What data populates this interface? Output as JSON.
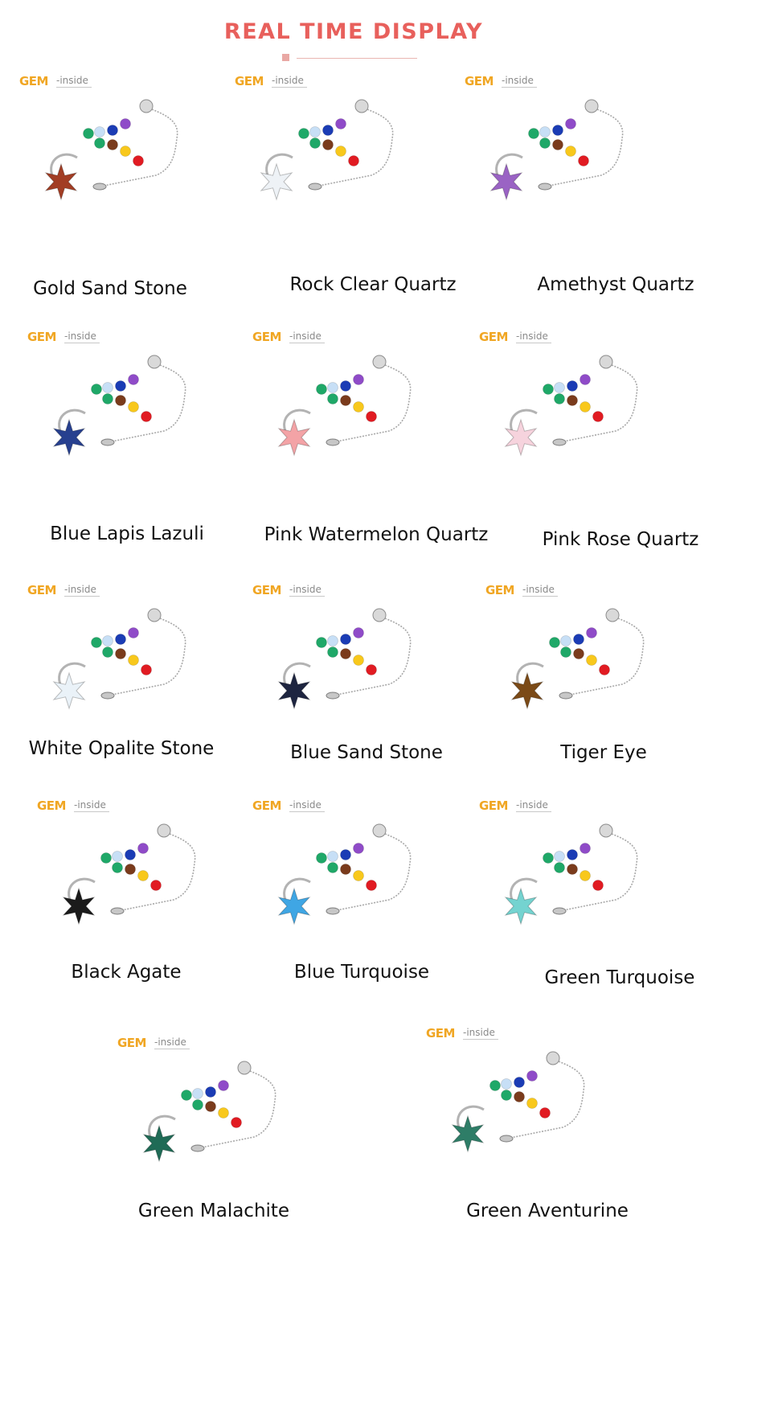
{
  "header": {
    "title": "REAL TIME DISPLAY"
  },
  "brand": {
    "gem": "GEM",
    "inside": "-inside"
  },
  "products": [
    {
      "name": "Gold Sand Stone",
      "stone_color": "#a23d24"
    },
    {
      "name": "Rock Clear Quartz",
      "stone_color": "#eef2f6"
    },
    {
      "name": "Amethyst Quartz",
      "stone_color": "#9a63c4"
    },
    {
      "name": "Blue Lapis Lazuli",
      "stone_color": "#27408f"
    },
    {
      "name": "Pink Watermelon Quartz",
      "stone_color": "#f3a3a6"
    },
    {
      "name": "Pink Rose Quartz",
      "stone_color": "#f6d3dd"
    },
    {
      "name": "White Opalite Stone",
      "stone_color": "#eaf2f8"
    },
    {
      "name": "Blue Sand Stone",
      "stone_color": "#1e2540"
    },
    {
      "name": "Tiger Eye",
      "stone_color": "#7b4a17"
    },
    {
      "name": "Black Agate",
      "stone_color": "#1b1b1b"
    },
    {
      "name": "Blue Turquoise",
      "stone_color": "#3fa6e4"
    },
    {
      "name": "Green Turquoise",
      "stone_color": "#74d3d0"
    },
    {
      "name": "Green Malachite",
      "stone_color": "#1f6b56"
    },
    {
      "name": "Green Aventurine",
      "stone_color": "#2e7d67"
    }
  ],
  "chakra_colors": [
    "#e11b22",
    "#f8c81c",
    "#7a3b1c",
    "#1fa868",
    "#c7dff6",
    "#1b3cb5",
    "#8f4bc8"
  ]
}
